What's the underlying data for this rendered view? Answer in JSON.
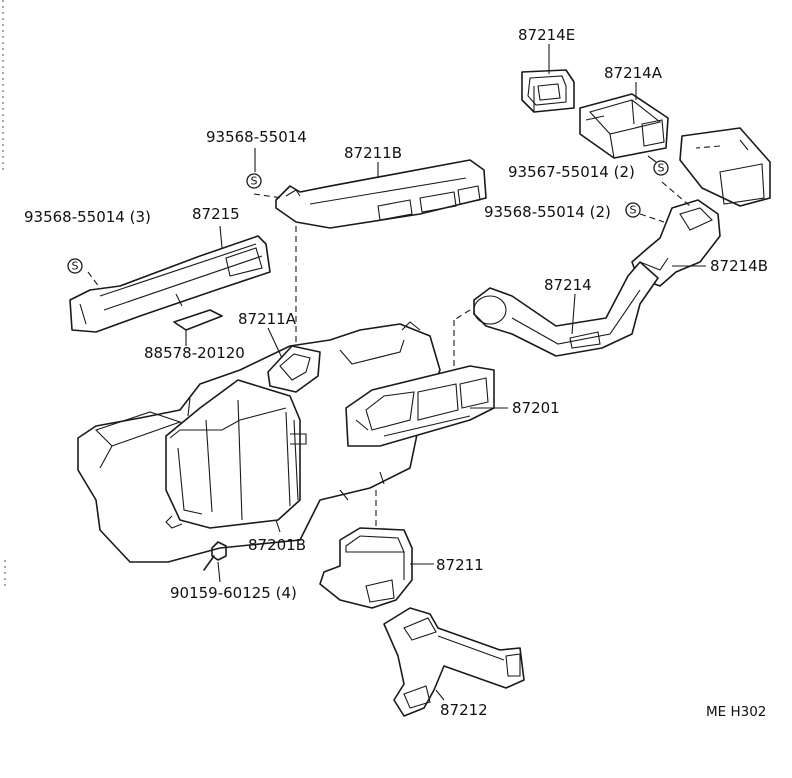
{
  "labels": {
    "p87214E": "87214E",
    "p87214A": "87214A",
    "p93568_55014_a": "93568-55014",
    "p87211B": "87211B",
    "p93567": "93567-55014 (2)",
    "p93568_55014_b": "93568-55014 (2)",
    "p93568_55014_c": "93568-55014 (3)",
    "p87215": "87215",
    "p87214B": "87214B",
    "p87214": "87214",
    "p87211A": "87211A",
    "p88578": "88578-20120",
    "p87201": "87201",
    "p87201B": "87201B",
    "p90159": "90159-60125 (4)",
    "p87211": "87211",
    "p87212": "87212",
    "figure_code": "ME H302"
  },
  "clip_symbol": "S"
}
